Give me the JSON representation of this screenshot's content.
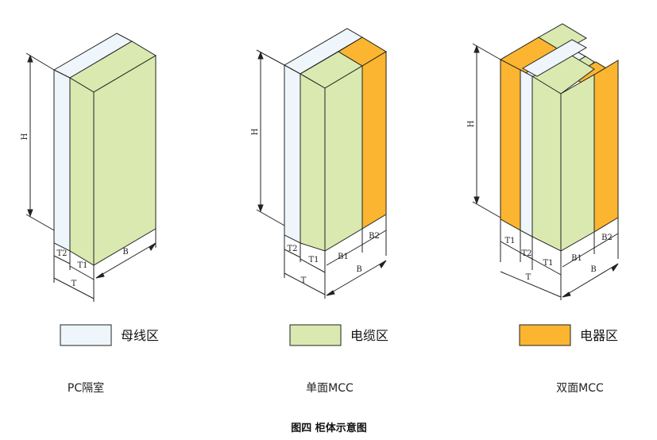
{
  "colors": {
    "busbar": "#EEF6FC",
    "cable": "#D9E9B0",
    "device": "#FBB530",
    "line": "#222222"
  },
  "diagrams": [
    {
      "caption": "PC隔室",
      "labels": {
        "h": "H",
        "t2": "T2",
        "t1": "T1",
        "t": "T",
        "b": "B"
      }
    },
    {
      "caption": "单面MCC",
      "labels": {
        "h": "H",
        "t2": "T2",
        "t1": "T1",
        "t": "T",
        "b1": "B1",
        "b2": "B2",
        "b": "B"
      }
    },
    {
      "caption": "双面MCC",
      "labels": {
        "h": "H",
        "t1a": "T1",
        "t2": "T2",
        "t1b": "T1",
        "t": "T",
        "b1": "B1",
        "b2": "B2",
        "b": "B"
      }
    }
  ],
  "legend": [
    {
      "label": "母线区",
      "color": "#EEF6FC"
    },
    {
      "label": "电缆区",
      "color": "#D9E9B0"
    },
    {
      "label": "电器区",
      "color": "#FBB530"
    }
  ],
  "figure_title": "图四  柜体示意图"
}
